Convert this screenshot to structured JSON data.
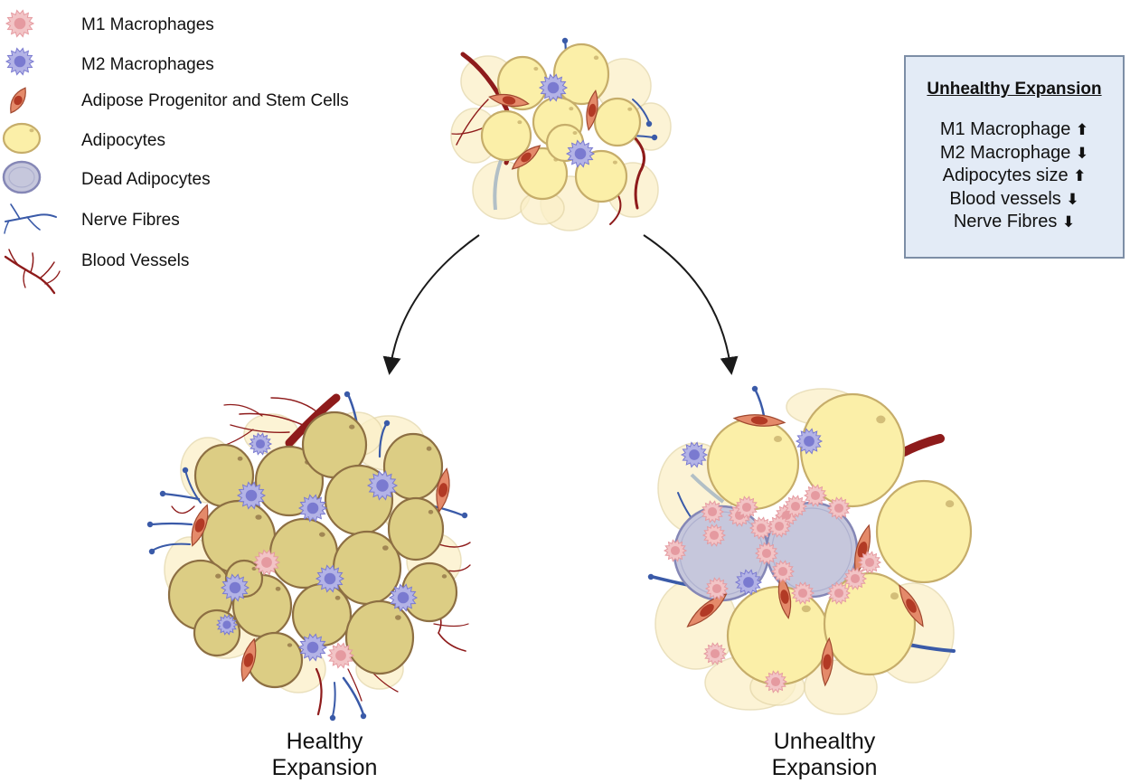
{
  "legend": [
    {
      "label": "M1 Macrophages",
      "icon": "m1-macrophage-icon"
    },
    {
      "label": "M2 Macrophages",
      "icon": "m2-macrophage-icon"
    },
    {
      "label": "Adipose Progenitor and Stem Cells",
      "icon": "progenitor-cell-icon"
    },
    {
      "label": "Adipocytes",
      "icon": "adipocyte-icon"
    },
    {
      "label": "Dead Adipocytes",
      "icon": "dead-adipocyte-icon"
    },
    {
      "label": "Nerve Fibres",
      "icon": "nerve-fibre-icon"
    },
    {
      "label": "Blood Vessels",
      "icon": "blood-vessel-icon"
    }
  ],
  "info_box": {
    "title": "Unhealthy Expansion",
    "items": [
      {
        "label": "M1 Macrophage",
        "arrow": "⬆"
      },
      {
        "label": "M2 Macrophage",
        "arrow": "⬇"
      },
      {
        "label": "Adipocytes size",
        "arrow": "⬆"
      },
      {
        "label": "Blood vessels",
        "arrow": "⬇"
      },
      {
        "label": "Nerve Fibres",
        "arrow": "⬇"
      }
    ]
  },
  "captions": {
    "healthy": [
      "Healthy",
      "Expansion"
    ],
    "unhealthy": [
      "Unhealthy",
      "Expansion"
    ]
  },
  "colors": {
    "m1": "#f2c4c6",
    "m1_nucleus": "#e59aa0",
    "m2": "#b3b3e6",
    "m2_nucleus": "#7a7ad0",
    "progenitor": "#e48a6a",
    "progenitor_nucleus": "#b23a25",
    "adipocyte": "#fbefa8",
    "adipocyte_edge": "#c6ad6a",
    "adipocyte_healthy": "#dccd84",
    "adipocyte_healthy_edge": "#8d6f43",
    "dead_adipocyte": "#c6c7dc",
    "dead_edge": "#8587b6",
    "nerve": "#3a5aa8",
    "vessel": "#8e1b1b",
    "info_bg": "#e3ebf6",
    "info_border": "#7d8ea6"
  }
}
